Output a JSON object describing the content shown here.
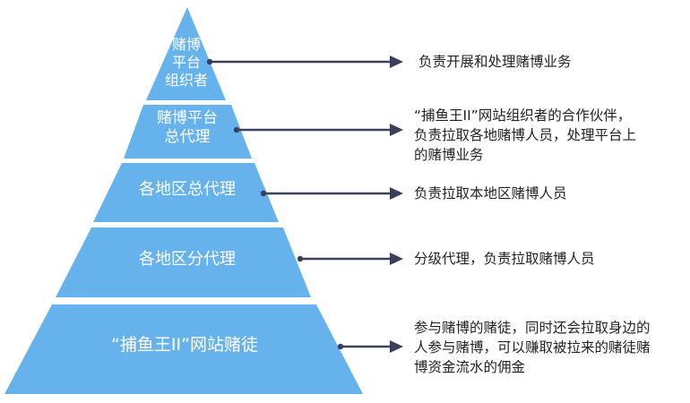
{
  "colors": {
    "pyramid_fill": "#66b2ec",
    "pyramid_separator": "#ffffff",
    "arrow": "#3b3f5c",
    "text_on_pyramid": "#ffffff",
    "description_text": "#222222"
  },
  "levels": [
    {
      "name": "赌博\n平台\n组织者",
      "description": "负责开展和处理赌博业务"
    },
    {
      "name": "赌博平台\n总代理",
      "description": "“捕鱼王II”网站组织者的合作伙伴，\n负责拉取各地赌博人员，处理平台上\n的赌博业务"
    },
    {
      "name": "各地区总代理",
      "description": "负责拉取本地区赌博人员"
    },
    {
      "name": "各地区分代理",
      "description": "分级代理，负责拉取赌博人员"
    },
    {
      "name": "“捕鱼王II”网站赌徒",
      "description": "参与赌博的赌徒，同时还会拉取身边的\n人参与赌博，可以赚取被拉来的赌徒赌\n博资金流水的佣金"
    }
  ]
}
